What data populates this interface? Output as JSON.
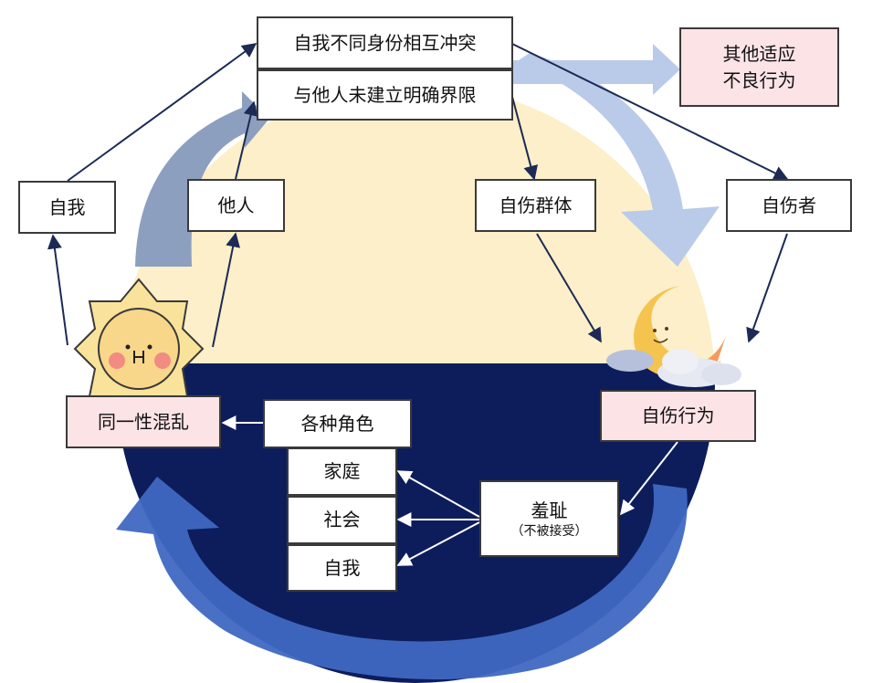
{
  "nodes": {
    "conflict": "自我不同身份相互冲突",
    "boundary": "与他人未建立明确界限",
    "other_maladaptive_line1": "其他适应",
    "other_maladaptive_line2": "不良行为",
    "self_top": "自我",
    "others": "他人",
    "self_harm_group": "自伤群体",
    "self_harmer": "自伤者",
    "identity_confusion": "同一性混乱",
    "various_roles": "各种角色",
    "family": "家庭",
    "society": "社会",
    "self_bottom": "自我",
    "self_harm_behavior": "自伤行为",
    "shame": "羞耻",
    "shame_note": "（不被接受）"
  },
  "colors": {
    "day": "#fcefc9",
    "night": "#0d1d5c",
    "arrow_line": "#1c2a55",
    "arrow_light_blue": "#b9cbe8",
    "arrow_gray_blue": "#8d9fbf",
    "arrow_blue": "#3f68c2",
    "pink_box": "#fbe3e6",
    "sun": "#f9d78a",
    "moon": "#f4c44f"
  },
  "icons": [
    "sun-icon",
    "crescent-moon-icon",
    "cloud-icon"
  ]
}
